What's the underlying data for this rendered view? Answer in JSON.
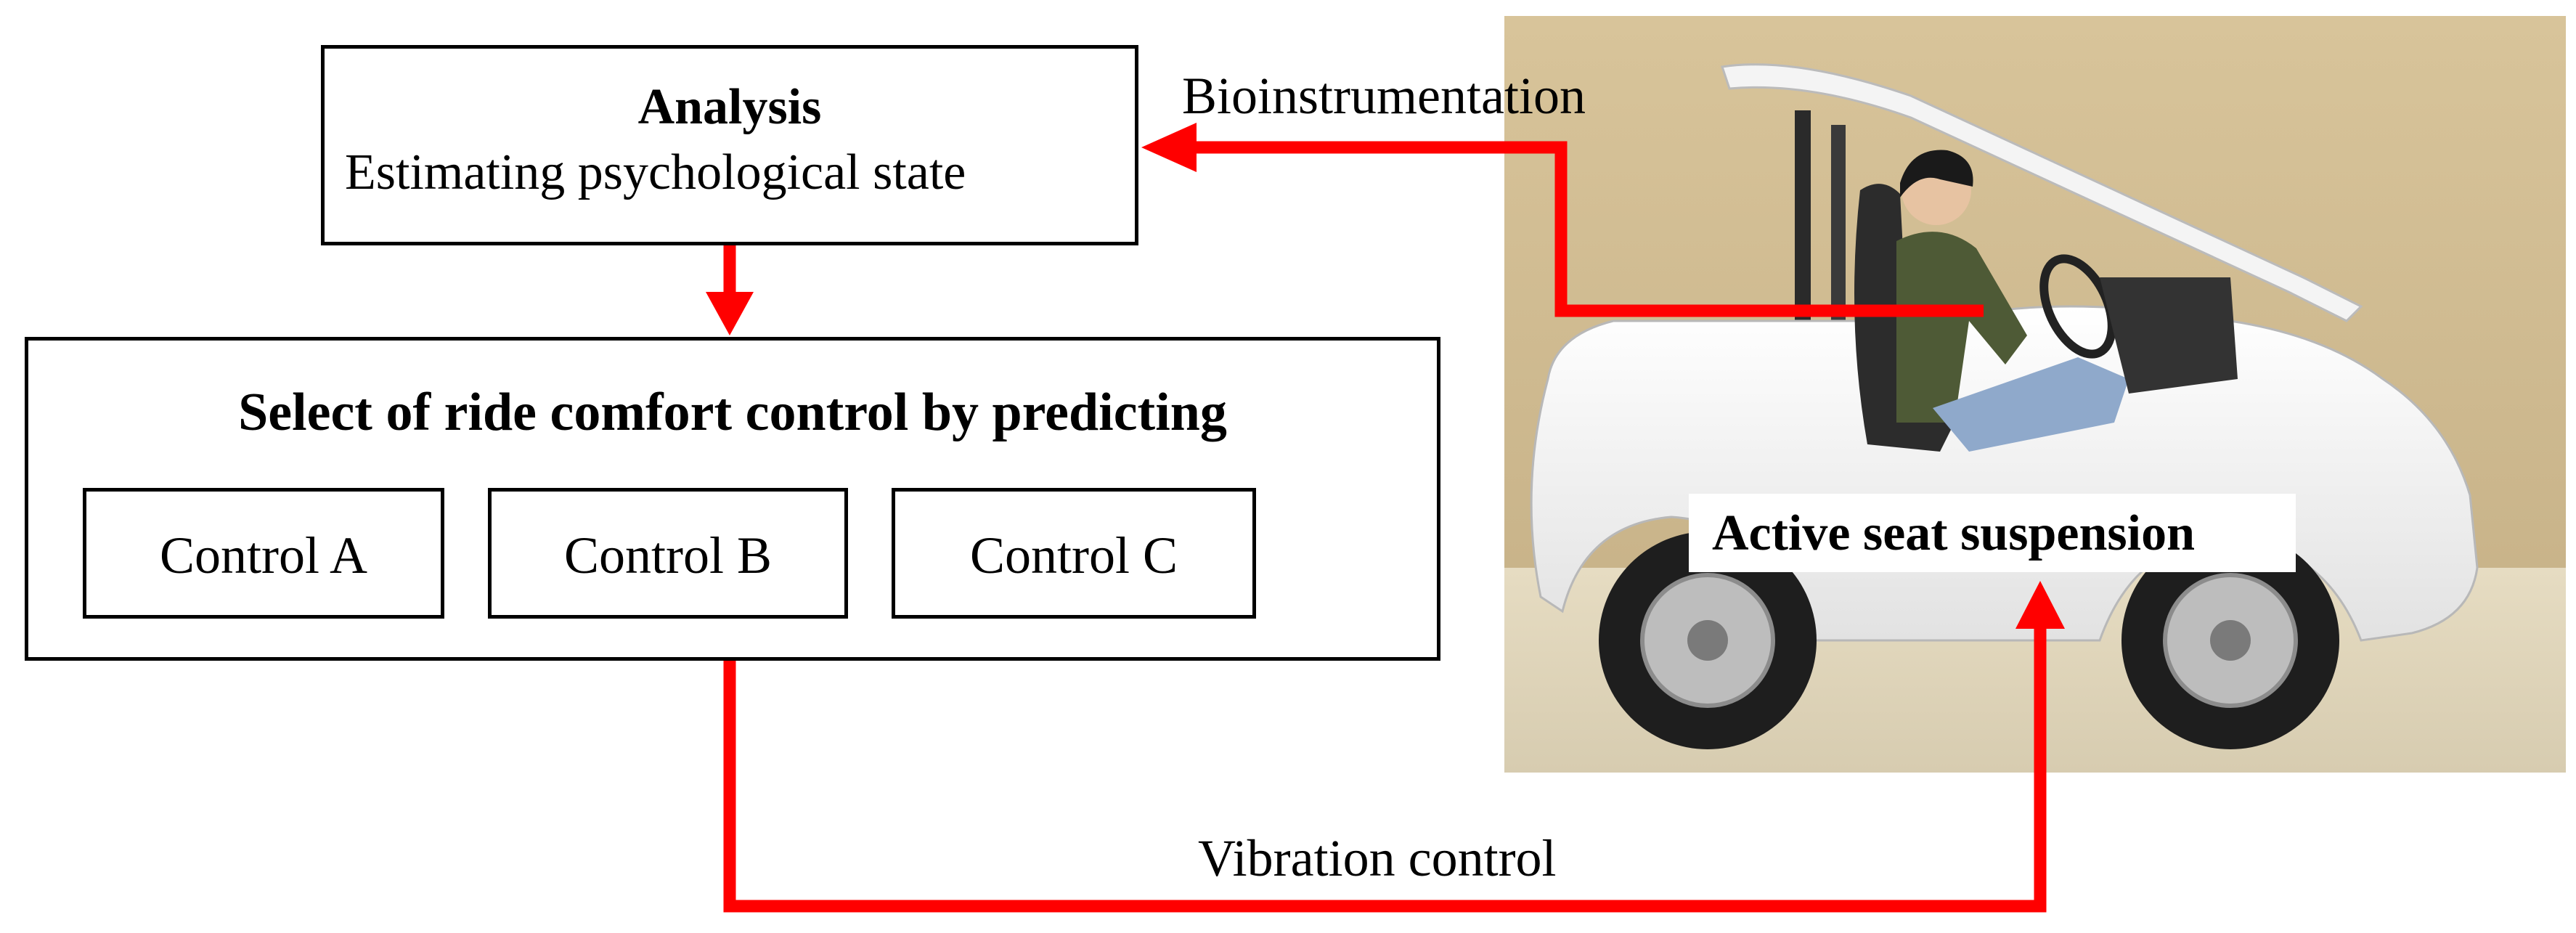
{
  "analysis": {
    "title": "Analysis",
    "subtitle": "Estimating psychological state"
  },
  "selector": {
    "title": "Select of ride comfort control by predicting",
    "controls": [
      {
        "label": "Control A"
      },
      {
        "label": "Control B"
      },
      {
        "label": "Control C"
      }
    ]
  },
  "labels": {
    "bioinstrumentation": "Bioinstrumentation",
    "vibration_control": "Vibration control",
    "active_seat_suspension": "Active seat suspension"
  },
  "colors": {
    "arrow": "#ff0000",
    "box_border": "#000000",
    "background": "#ffffff"
  }
}
